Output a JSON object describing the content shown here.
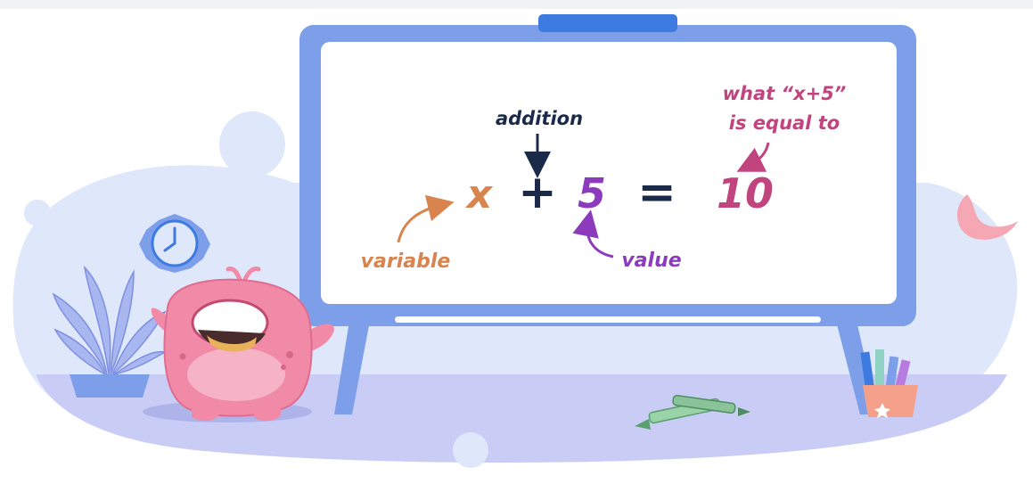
{
  "board": {
    "equation": {
      "variable": "x",
      "plus": "+",
      "value": "5",
      "equals": "=",
      "result": "10"
    },
    "annotations": {
      "addition": "addition",
      "variable": "variable",
      "value": "value",
      "result_line1": "what “x+5”",
      "result_line2": "is equal to"
    }
  },
  "colors": {
    "board_frame": "#7d9ee8",
    "board_handle": "#3d7be0",
    "blob": "#dfe7fb",
    "floor": "#c9cdf5",
    "variable": "#d8844f",
    "operator": "#1c2a4a",
    "value": "#8c3bbd",
    "result": "#c2447f",
    "monster": "#f08aa6"
  },
  "icons": [
    "clock-icon",
    "plant-icon",
    "monster-character",
    "crayon-icon",
    "pencil-cup-icon"
  ]
}
